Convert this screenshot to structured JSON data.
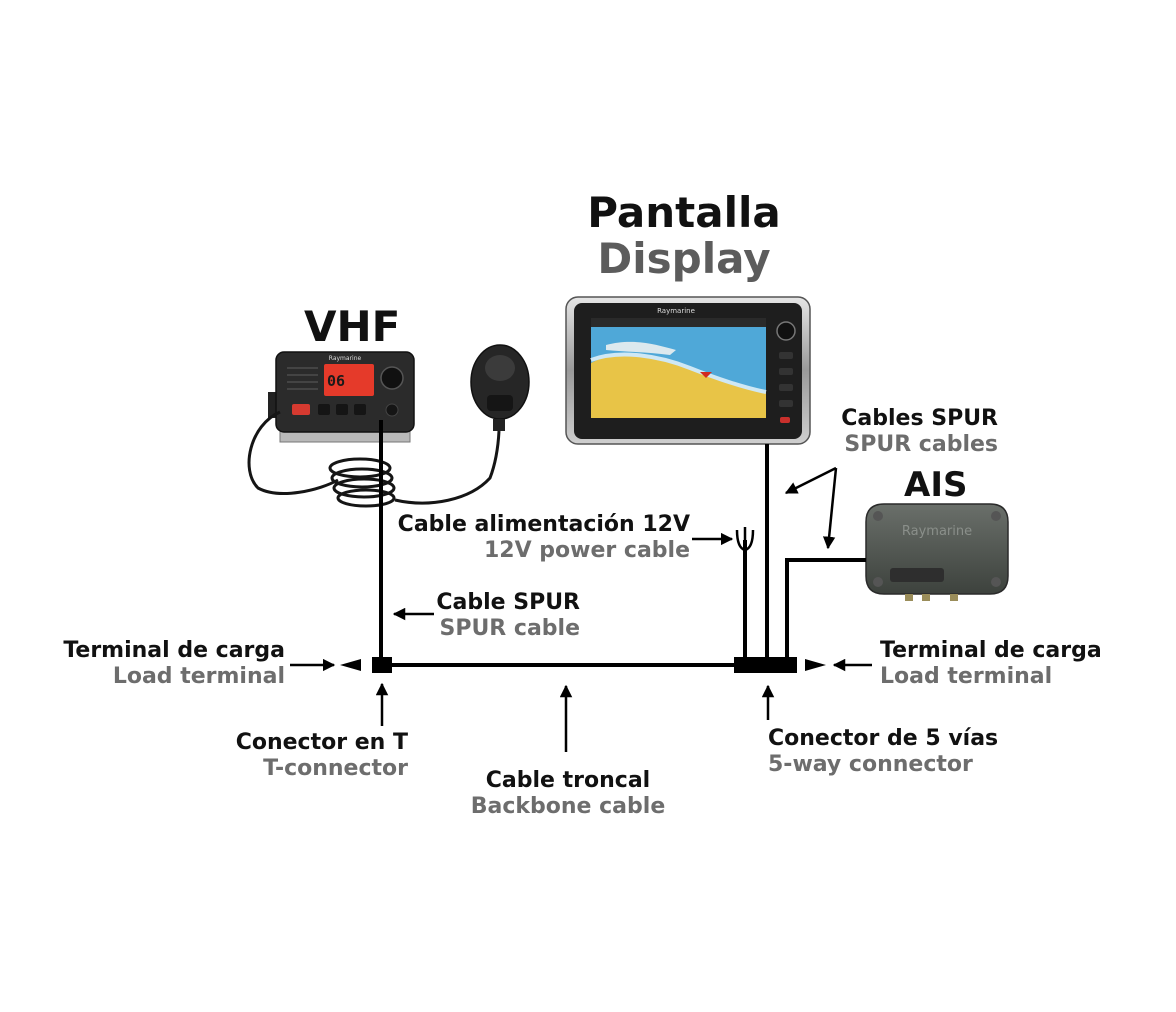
{
  "colors": {
    "cable": "#000000",
    "label_es": "#111111",
    "label_en": "#6d6d6d",
    "device_dark": "#2b2b2b",
    "display_red": "#e53a2a",
    "chart_water": "#4fa8d8",
    "chart_land": "#e8c447"
  },
  "devices": {
    "vhf": {
      "title": "VHF",
      "brand": "Raymarine",
      "screen_text": "06"
    },
    "display": {
      "title_es": "Pantalla",
      "title_en": "Display",
      "brand": "Raymarine"
    },
    "ais": {
      "title": "AIS",
      "brand": "Raymarine"
    }
  },
  "labels": {
    "load_left": {
      "es": "Terminal de carga",
      "en": "Load terminal"
    },
    "load_right": {
      "es": "Terminal de carga",
      "en": "Load terminal"
    },
    "spur_cable": {
      "es": "Cable SPUR",
      "en": "SPUR cable"
    },
    "spur_cables": {
      "es": "Cables SPUR",
      "en": "SPUR cables"
    },
    "power_cable": {
      "es": "Cable alimentación 12V",
      "en": "12V power cable"
    },
    "t_connector": {
      "es": "Conector en T",
      "en": "T-connector"
    },
    "backbone": {
      "es": "Cable troncal",
      "en": "Backbone cable"
    },
    "five_way": {
      "es": "Conector de 5 vías",
      "en": "5-way connector"
    }
  }
}
